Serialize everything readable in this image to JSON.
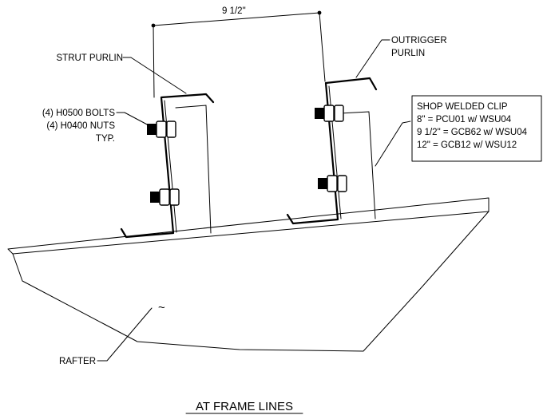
{
  "dimension": {
    "text": "9 1/2\""
  },
  "labels": {
    "strut_purlin": "STRUT PURLIN",
    "outrigger_line1": "OUTRIGGER",
    "outrigger_line2": "PURLIN",
    "bolts_line1": "(4) H0500 BOLTS",
    "bolts_line2": "(4) H0400 NUTS",
    "bolts_line3": "TYP.",
    "rafter": "RAFTER",
    "rafter_symbol": "~"
  },
  "clip_note": {
    "line1": "SHOP WELDED CLIP",
    "line2": "8\" = PCU01 w/ WSU04",
    "line3": "9 1/2\" = GCB62 w/ WSU04",
    "line4": "12\" = GCB12 w/ WSU12"
  },
  "title": "AT FRAME LINES"
}
